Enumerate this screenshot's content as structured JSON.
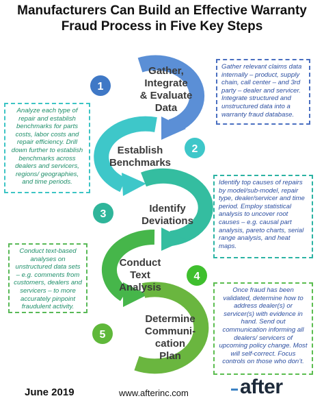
{
  "title": "Manufacturers Can Build an Effective Warranty Fraud Process in Five Key Steps",
  "steps": [
    {
      "number": "1",
      "lines": [
        "Gather,",
        "Integrate",
        "& Evaluate",
        "Data"
      ],
      "color": "#5b8fd6",
      "note": "Gather relevant claims data internally – product, supply chain, call center – and 3rd party – dealer and servicer. Integrate structured and unstructured data into a warranty fraud database."
    },
    {
      "number": "2",
      "lines": [
        "Establish",
        "Benchmarks"
      ],
      "color": "#3ec7c9",
      "note": "Analyze each type of repair and establish benchmarks for parts costs, labor costs and repair efficiency.  Drill down further to establish benchmarks across dealers and servicers, regions/ geographies, and time periods."
    },
    {
      "number": "3",
      "lines": [
        "Identify",
        "Deviations"
      ],
      "color": "#34bda0",
      "note": "Identify top causes of repairs by model/sub-model, repair type, dealer/servicer and time period. Employ statistical analysis to uncover root causes – e.g. causal part analysis, pareto charts, serial range analysis, and heat maps."
    },
    {
      "number": "4",
      "lines": [
        "Conduct",
        "Text",
        "Analysis"
      ],
      "color": "#46b64a",
      "note": "Conduct text-based analyses on unstructured data sets – e.g. comments from customers, dealers and servicers – to more accurately pinpoint fraudulent activity."
    },
    {
      "number": "5",
      "lines": [
        "Determine",
        "Communi-",
        "cation",
        "Plan"
      ],
      "color": "#6ab63f",
      "note": "Once fraud has been validated, determine how to address dealer(s) or servicer(s) with evidence in hand.  Send out communication informing all dealers/ servicers of upcoming policy change. Most will self-correct.  Focus controls on those who don’t."
    }
  ],
  "footer": {
    "date": "June 2019",
    "url": "www.afterinc.com",
    "logo": "after"
  }
}
